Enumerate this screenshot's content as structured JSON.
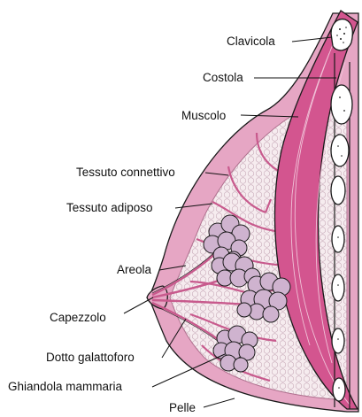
{
  "diagram": {
    "labels": {
      "clavicola": "Clavicola",
      "costola": "Costola",
      "muscolo": "Muscolo",
      "tessuto_connettivo": "Tessuto connettivo",
      "tessuto_adiposo": "Tessuto adiposo",
      "areola": "Areola",
      "capezzolo": "Capezzolo",
      "dotto_galattoforo": "Dotto galattoforo",
      "ghiandola_mammaria": "Ghiandola mammaria",
      "pelle": "Pelle"
    },
    "colors": {
      "skin_pink": "#e6a6c4",
      "muscle_pink": "#d3558f",
      "fat_fill": "#f6ecef",
      "gland_lavender": "#cfb3cf",
      "bone_white": "#ffffff",
      "outline": "#1a1a1a"
    }
  }
}
